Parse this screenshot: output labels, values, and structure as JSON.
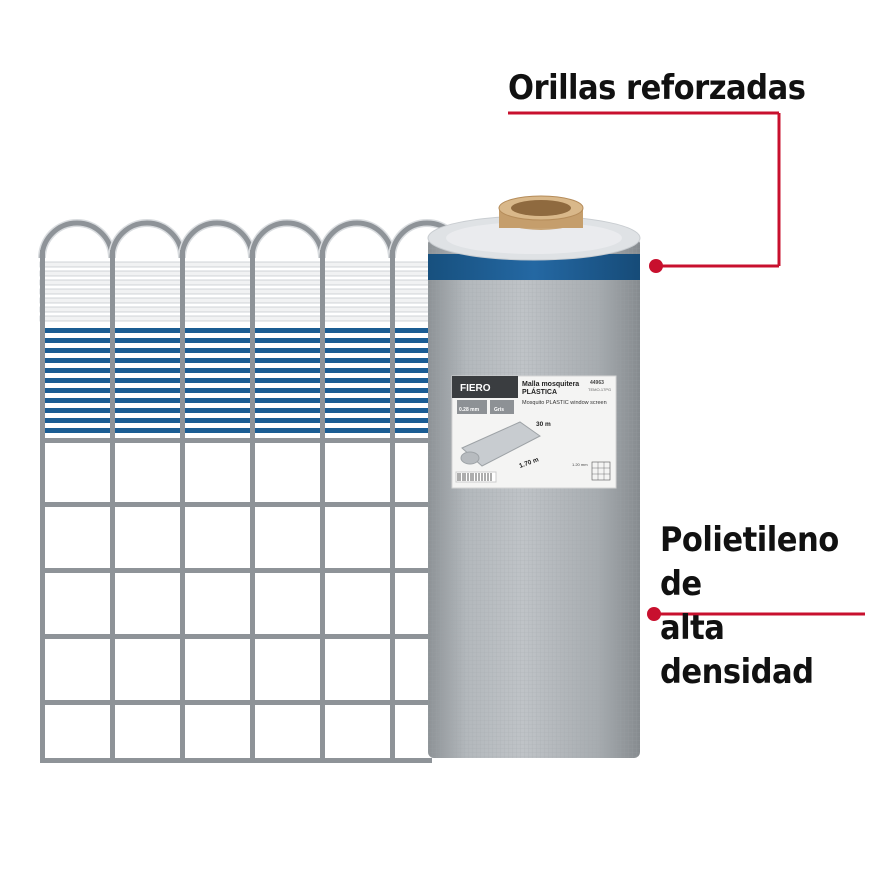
{
  "callouts": {
    "top": "Orillas reforzadas",
    "bottom_line1": "Polietileno de",
    "bottom_line2": "alta densidad"
  },
  "label": {
    "brand": "FIERO",
    "code": "44963",
    "model": "TEMO-17PG",
    "title_line1": "Malla mosquitera",
    "title_line2": "PLÁSTICA",
    "subtitle": "Mosquito PLASTIC window screen",
    "thickness": "0.28 mm",
    "color": "Gris",
    "length": "30 m",
    "width": "1.70 m",
    "mesh": "1.20 mm"
  },
  "colors": {
    "accent_red": "#c8102e",
    "mesh_gray": "#8e9398",
    "reinforced_blue": "#1b5d93",
    "roll_gray": "#a8adb2"
  }
}
